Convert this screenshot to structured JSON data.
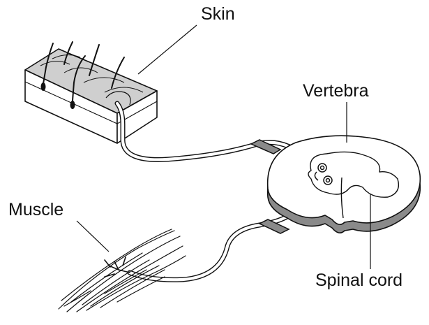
{
  "labels": {
    "skin": "Skin",
    "vertebra": "Vertebra",
    "muscle": "Muscle",
    "spinal_cord": "Spinal cord"
  },
  "colors": {
    "ink": "#111111",
    "skin_top": "#cfcfcf",
    "vertebra_shade": "#8a8a8a",
    "fill": "#ffffff"
  }
}
